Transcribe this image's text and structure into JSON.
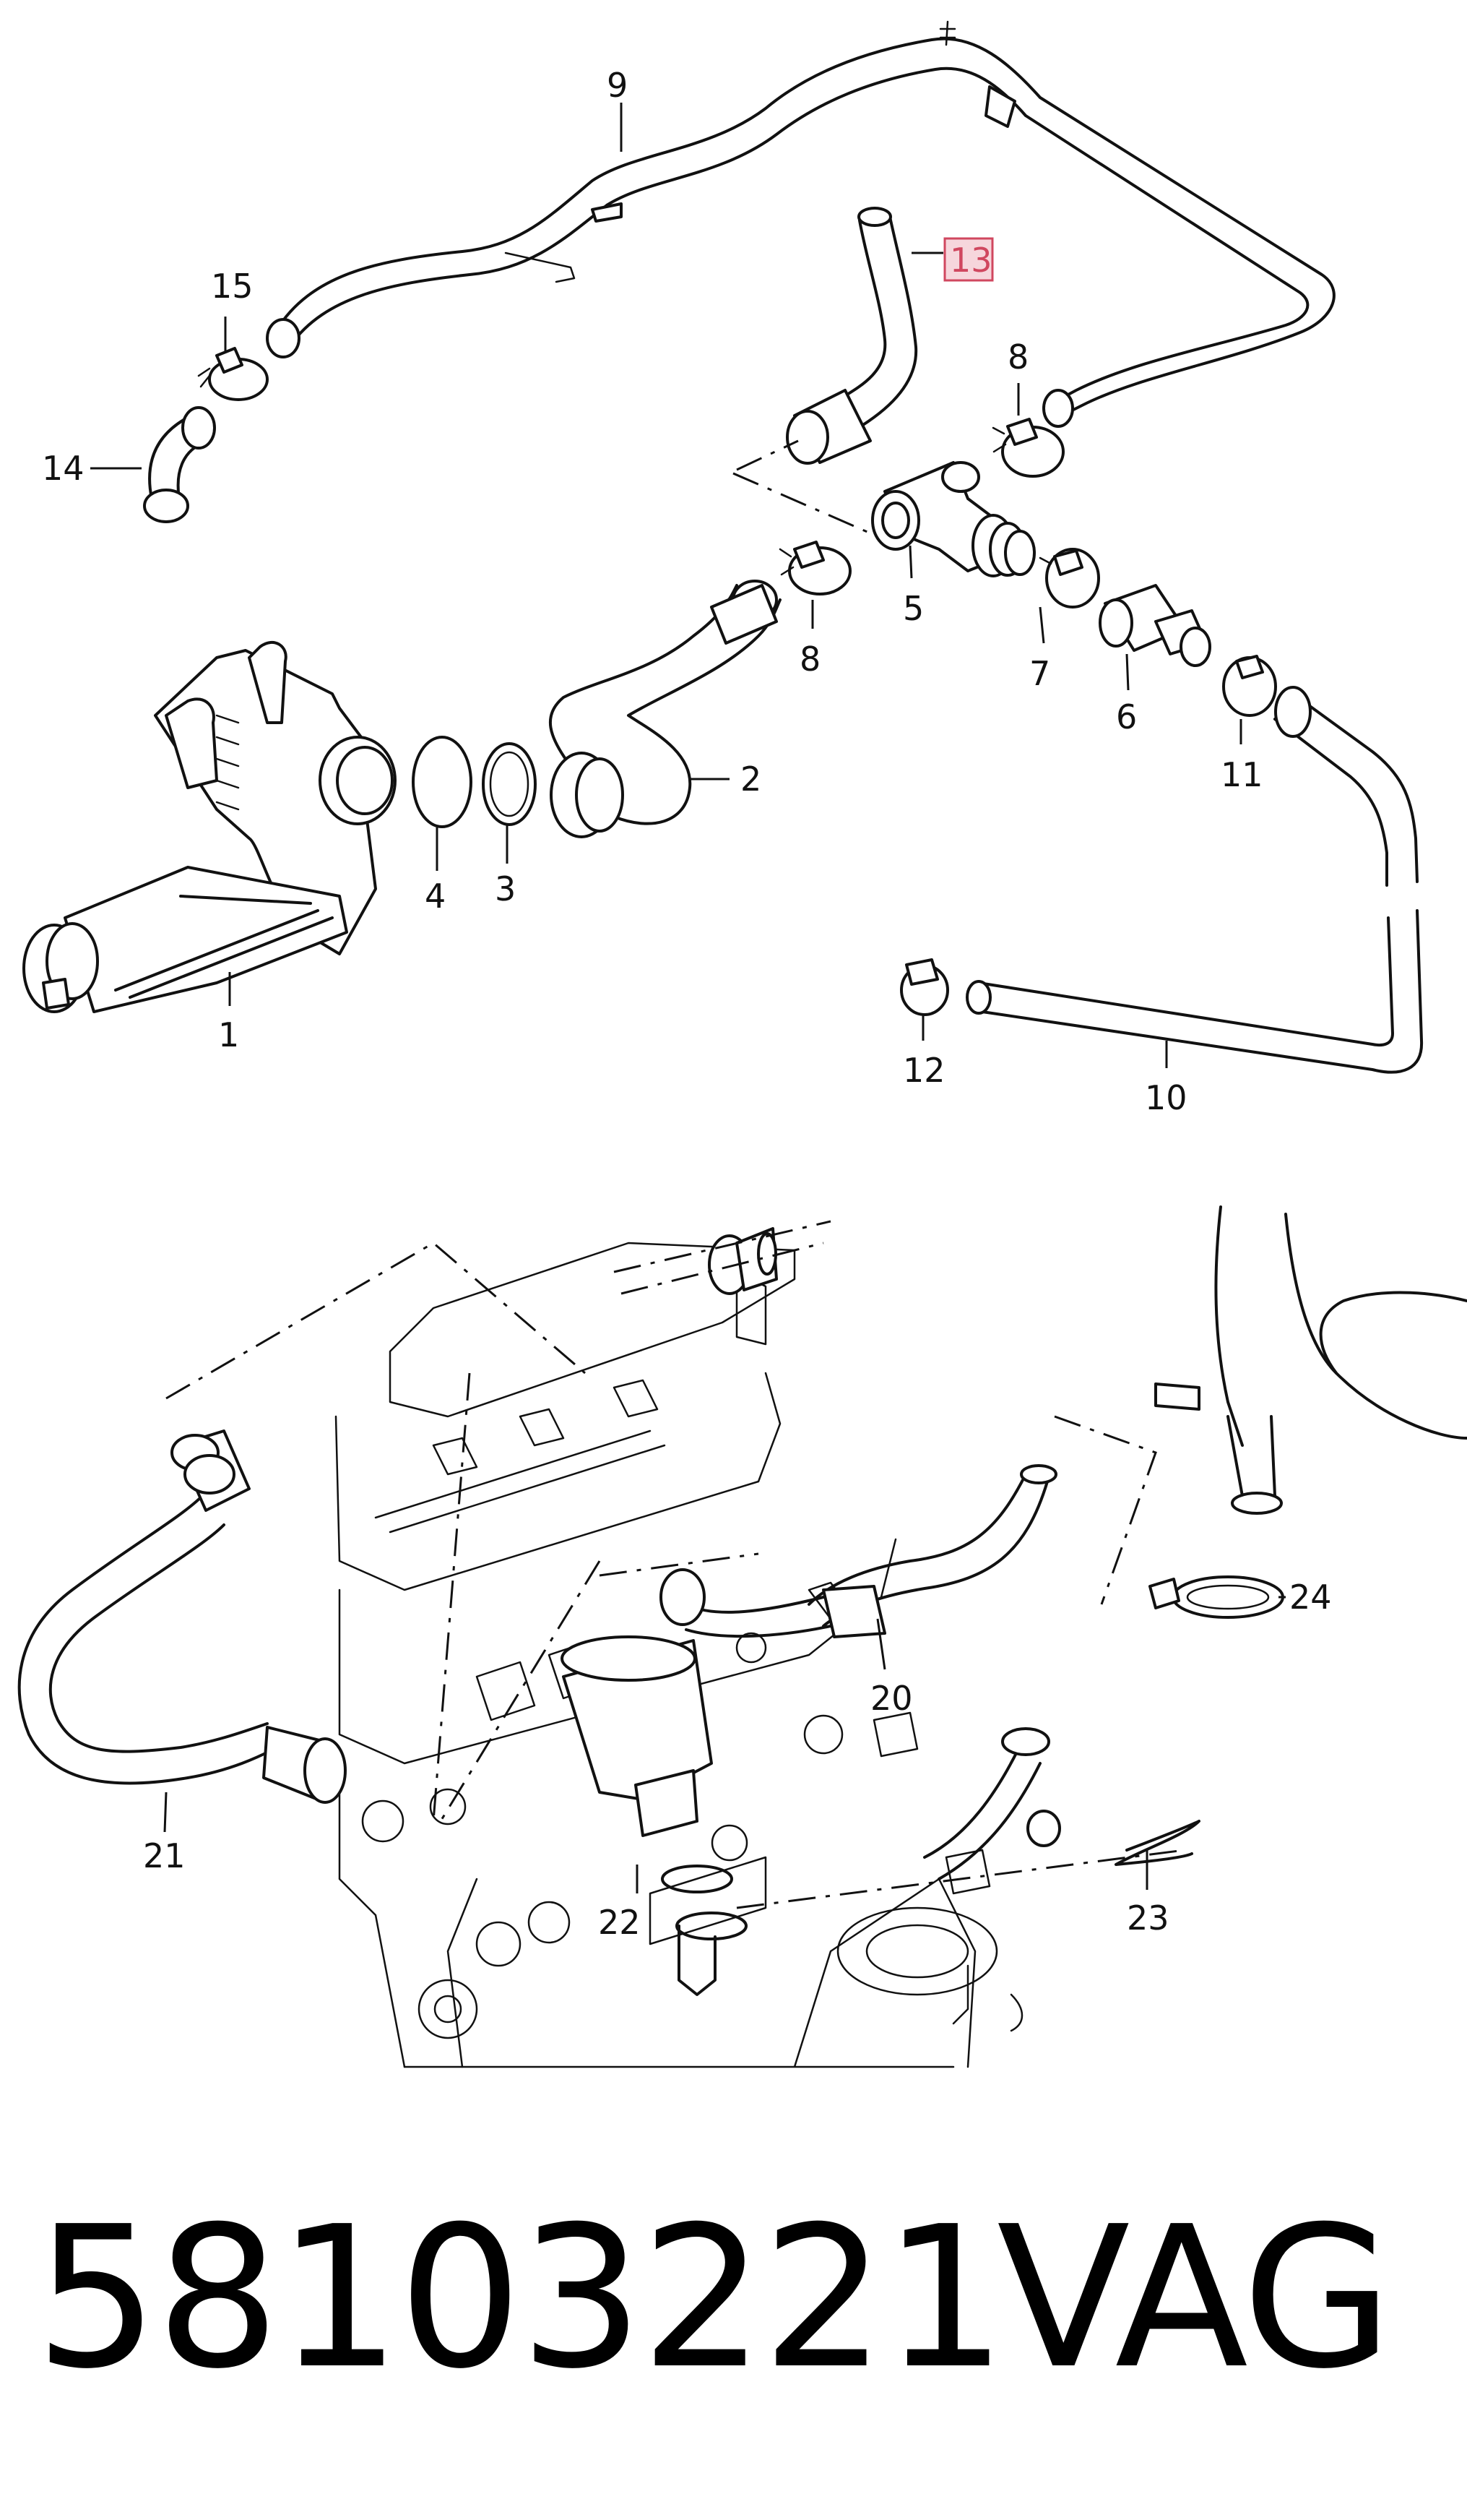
{
  "labels": {
    "p1": "1",
    "p2": "2",
    "p3": "3",
    "p4": "4",
    "p5": "5",
    "p6": "6",
    "p7": "7",
    "p8a": "8",
    "p8b": "8",
    "p9": "9",
    "p10": "10",
    "p11": "11",
    "p12": "12",
    "p13": "13",
    "p14": "14",
    "p15": "15",
    "p20": "20",
    "p21": "21",
    "p22": "22",
    "p23": "23",
    "p24": "24"
  },
  "highlighted_label": "13",
  "highlight_color": "#d0475f",
  "footer": {
    "part_number": "58103221",
    "brand": "VAG"
  }
}
